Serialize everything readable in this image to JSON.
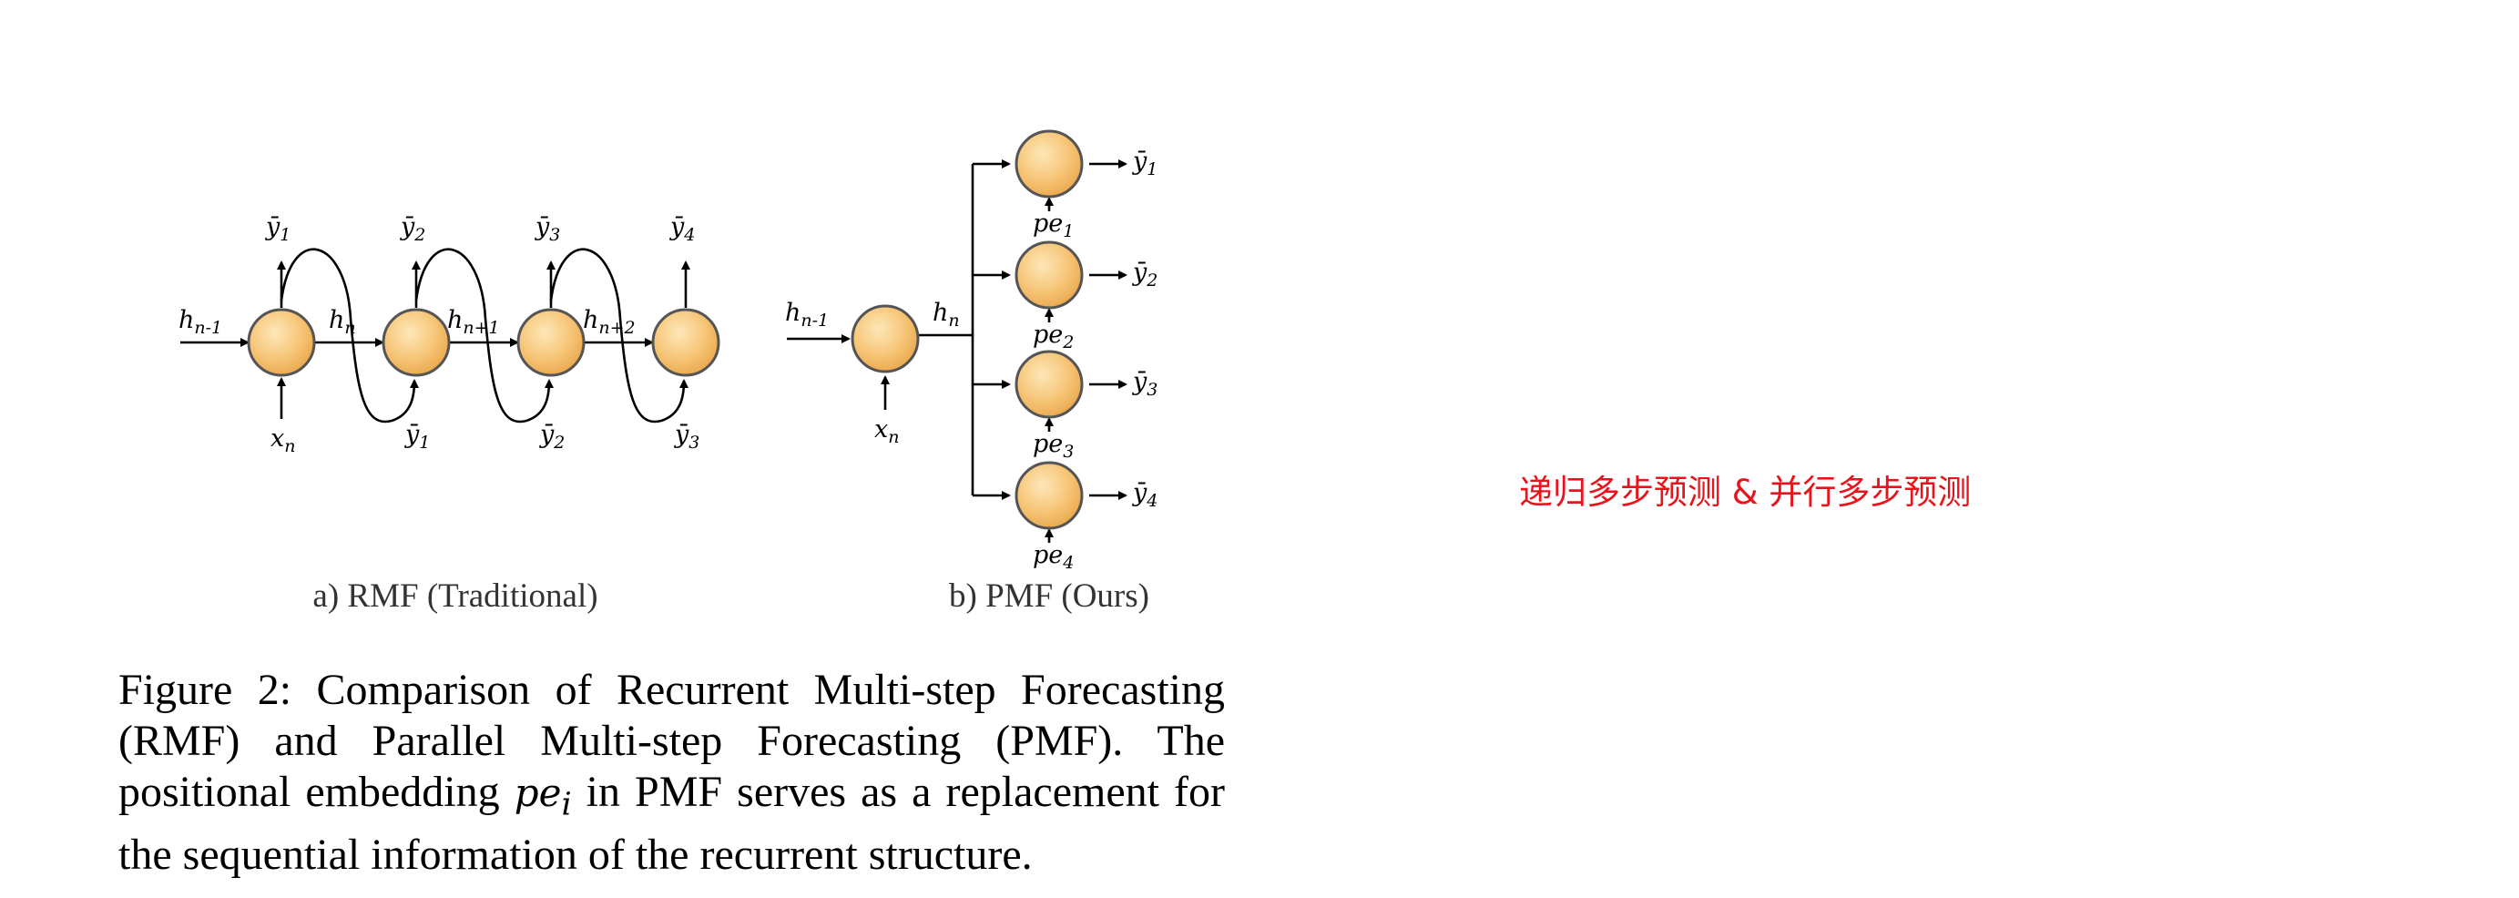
{
  "figure": {
    "left_panel": {
      "caption": "a) RMF (Traditional)",
      "input_state": "h_{n-1}",
      "input": "x_n",
      "hidden_labels": [
        "h_n",
        "h_{n+1}",
        "h_{n+2}"
      ],
      "outputs": [
        "ȳ_1",
        "ȳ_2",
        "ȳ_3",
        "ȳ_4"
      ],
      "feedback": [
        "ȳ_1",
        "ȳ_2",
        "ȳ_3"
      ]
    },
    "right_panel": {
      "caption": "b) PMF (Ours)",
      "input_state": "h_{n-1}",
      "input": "x_n",
      "hidden_label": "h_n",
      "outputs": [
        "ȳ_1",
        "ȳ_2",
        "ȳ_3",
        "ȳ_4"
      ],
      "embeddings": [
        "pe_1",
        "pe_2",
        "pe_3",
        "pe_4"
      ]
    }
  },
  "caption": {
    "text_before": "Figure 2: Comparison of Recurrent Multi-step Forecasting (RMF) and Parallel Multi-step Forecasting (PMF). The positional embedding ",
    "math": "pe",
    "math_sub": "i",
    "text_after": " in PMF serves as a replacement for the sequential information of the recurrent structure."
  },
  "annotation": "递归多步预测 & 并行多步预测"
}
